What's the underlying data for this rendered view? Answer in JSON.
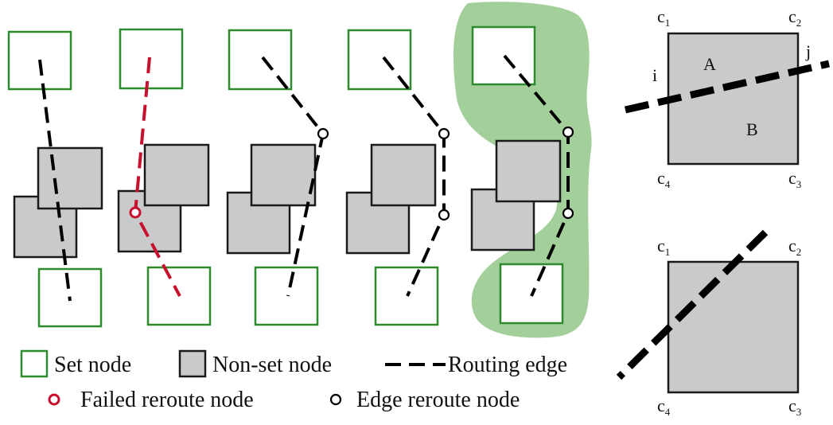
{
  "legend": {
    "set_node": "Set node",
    "non_set_node": "Non-set node",
    "routing_edge": "Routing edge",
    "failed_reroute_node": "Failed reroute node",
    "edge_reroute_node": "Edge reroute node"
  },
  "colors": {
    "set_node_stroke": "#2e8b2e",
    "non_set_fill": "#c9cacc",
    "failed": "#c8102e",
    "set_region": "#a3cf9a"
  },
  "crossing_top": {
    "corner1": "c",
    "corner1_sub": "1",
    "corner2": "c",
    "corner2_sub": "2",
    "corner3": "c",
    "corner3_sub": "3",
    "corner4": "c",
    "corner4_sub": "4",
    "entry": "i",
    "exit": "j",
    "region_a": "A",
    "region_b": "B"
  },
  "crossing_bottom": {
    "corner1": "c",
    "corner1_sub": "1",
    "corner2": "c",
    "corner2_sub": "2",
    "corner3": "c",
    "corner3_sub": "3",
    "corner4": "c",
    "corner4_sub": "4"
  }
}
